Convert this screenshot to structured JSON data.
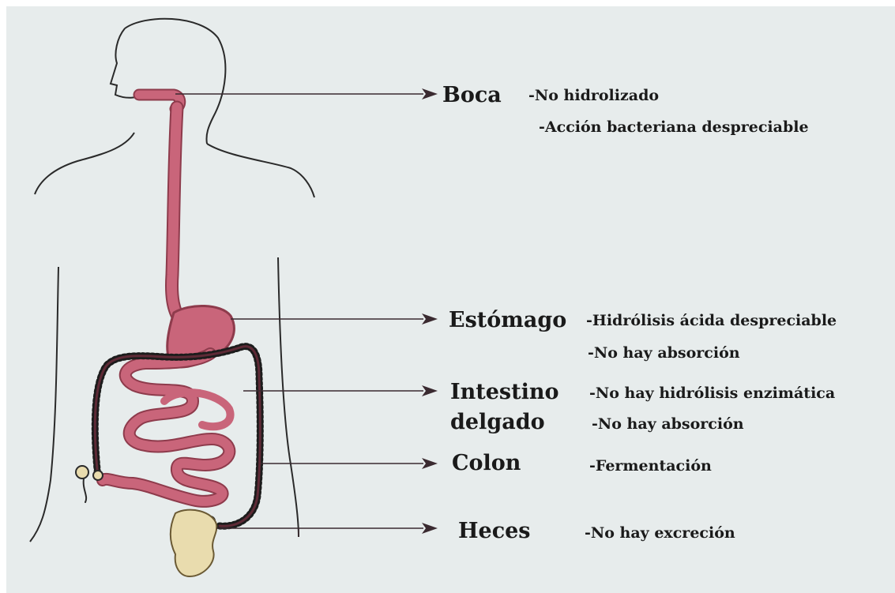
{
  "organs": [
    {
      "id": "boca",
      "lines": [
        "Boca"
      ],
      "notes": [
        "-No hidrolizado",
        "-Acción bacteriana despreciable"
      ]
    },
    {
      "id": "estomago",
      "lines": [
        "Estómago"
      ],
      "notes": [
        "-Hidrólisis ácida despreciable",
        "-No hay absorción"
      ]
    },
    {
      "id": "intestino",
      "lines": [
        "Intestino",
        "delgado"
      ],
      "notes": [
        "-No hay hidrólisis enzimática",
        "-No hay absorción"
      ]
    },
    {
      "id": "colon",
      "lines": [
        "Colon"
      ],
      "notes": [
        "-Fermentación"
      ]
    },
    {
      "id": "heces",
      "lines": [
        "Heces"
      ],
      "notes": [
        "-No hay excreción"
      ]
    }
  ],
  "colors": {
    "background": "#e7ecec",
    "tract": "#c9657a",
    "tract_dark": "#8e3b4c",
    "outline": "#2a2a2a",
    "colon_beads": "#1c1c1c",
    "feces": "#e9dcae",
    "arrow": "#3a2a30"
  },
  "icons": [
    "arrow-right-icon"
  ]
}
